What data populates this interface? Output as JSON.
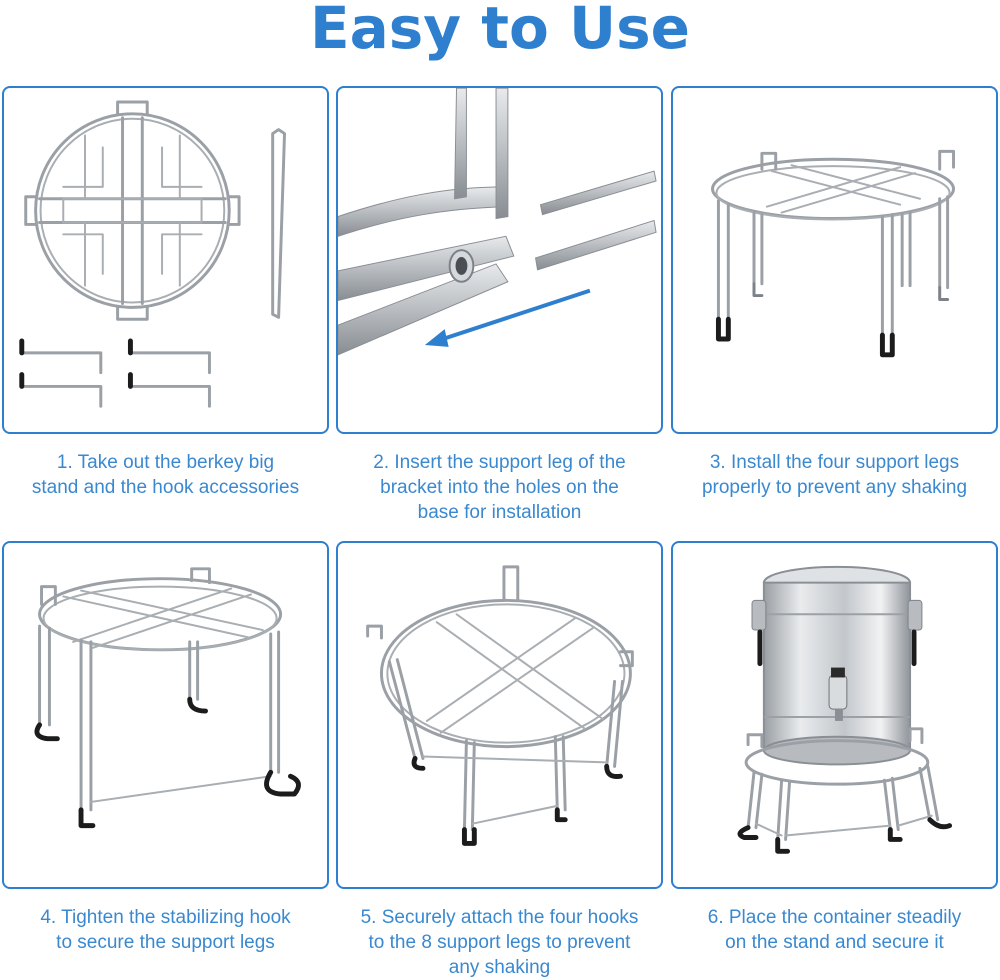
{
  "header": {
    "title": "Easy to Use"
  },
  "steps": [
    {
      "caption_line1": "1. Take out the berkey big",
      "caption_line2": "stand and the hook accessories",
      "caption_line3": ""
    },
    {
      "caption_line1": "2. Insert the support leg of the",
      "caption_line2": "bracket into the holes on the",
      "caption_line3": "base for installation"
    },
    {
      "caption_line1": "3. Install the four support legs",
      "caption_line2": "properly to prevent any shaking",
      "caption_line3": ""
    },
    {
      "caption_line1": "4. Tighten the stabilizing hook",
      "caption_line2": "to secure the support legs",
      "caption_line3": ""
    },
    {
      "caption_line1": "5. Securely attach the four hooks",
      "caption_line2": "to the 8 support legs to prevent",
      "caption_line3": "any shaking"
    },
    {
      "caption_line1": "6. Place the container steadily",
      "caption_line2": "on the stand and secure it",
      "caption_line3": ""
    }
  ],
  "colors": {
    "accent": "#2f7fcf",
    "caption": "#3a88cf",
    "steel": "#9aa0a6",
    "rubber_cap": "#1c1c1c"
  }
}
